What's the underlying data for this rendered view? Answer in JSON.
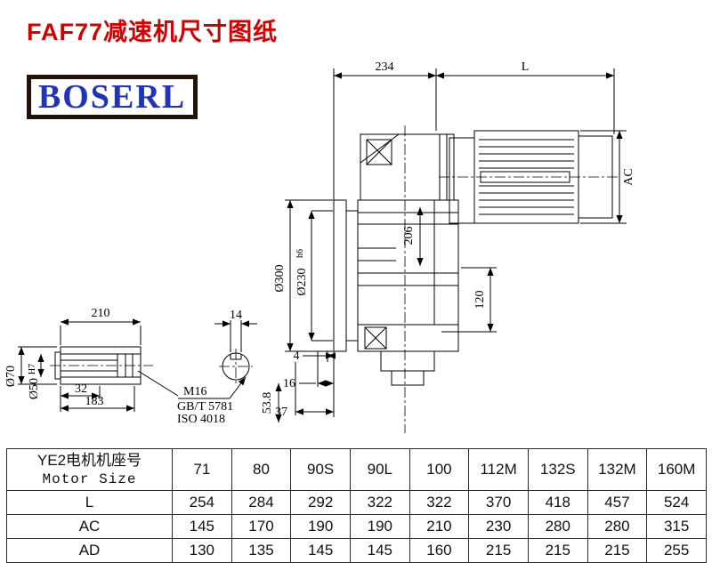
{
  "page": {
    "title": "FAF77减速机尺寸图纸",
    "logo_text": "BOSERL"
  },
  "drawing": {
    "dim_234": "234",
    "dim_L": "L",
    "dim_AC": "AC",
    "dim_206": "206",
    "dim_300": "Ø300",
    "dim_230": "Ø230",
    "dim_230_suffix": "h6",
    "dim_120": "120",
    "dim_210": "210",
    "dim_14": "14",
    "dim_70": "Ø70",
    "dim_50": "Ø50",
    "dim_50_suffix": "H7",
    "dim_32": "32",
    "dim_183": "183",
    "thread_label": "M16",
    "thread_standard": "GB/T 5781",
    "thread_iso": "ISO 4018",
    "dim_4": "4",
    "dim_16": "16",
    "dim_37": "37",
    "dim_53_8": "53.8"
  },
  "table": {
    "header": {
      "label_cn": "YE2电机机座号",
      "label_en": "Motor Size",
      "sizes": [
        "71",
        "80",
        "90S",
        "90L",
        "100",
        "112M",
        "132S",
        "132M",
        "160M"
      ]
    },
    "rows": [
      {
        "label": "L",
        "values": [
          "254",
          "284",
          "292",
          "322",
          "322",
          "370",
          "418",
          "457",
          "524"
        ]
      },
      {
        "label": "AC",
        "values": [
          "145",
          "170",
          "190",
          "190",
          "210",
          "230",
          "280",
          "280",
          "315"
        ]
      },
      {
        "label": "AD",
        "values": [
          "130",
          "135",
          "145",
          "145",
          "160",
          "215",
          "215",
          "215",
          "255"
        ]
      }
    ]
  }
}
